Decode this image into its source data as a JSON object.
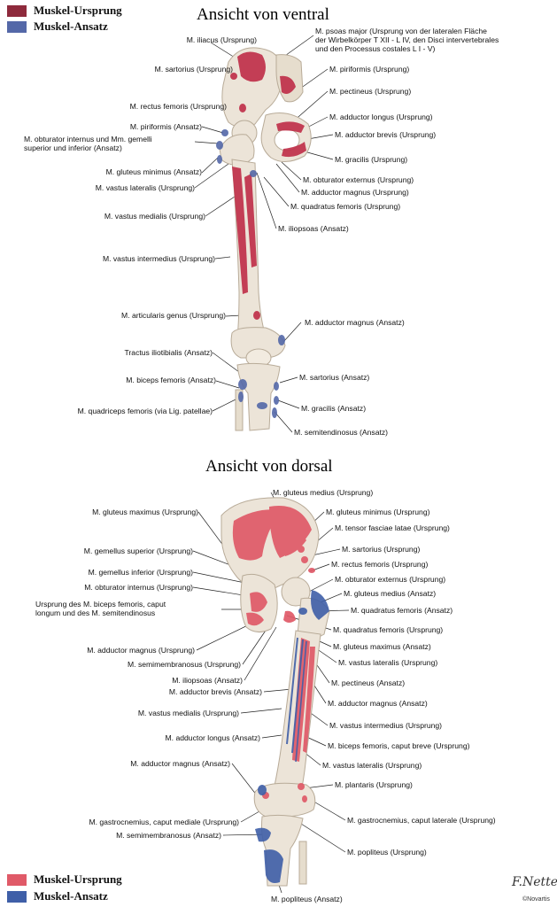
{
  "colors": {
    "origin": "#c0304a",
    "origin_bottom": "#e05a68",
    "insertion": "#5468a8",
    "insertion_bottom": "#3f5fa8",
    "bone": "#ece4d8"
  },
  "legend_top": {
    "origin": "Muskel-Ursprung",
    "insertion": "Muskel-Ansatz"
  },
  "legend_bottom": {
    "origin": "Muskel-Ursprung",
    "insertion": "Muskel-Ansatz"
  },
  "ventral": {
    "title": "Ansicht von ventral",
    "labels_left": [
      "M. iliacus (Ursprung)",
      "M. sartorius (Ursprung)",
      "M. rectus femoris (Ursprung)",
      "M. piriformis (Ansatz)",
      "M. obturator internus und Mm. gemelli",
      "superior und inferior (Ansatz)",
      "M. gluteus minimus (Ansatz)",
      "M. vastus lateralis (Ursprung)",
      "M. vastus medialis (Ursprung)",
      "M. vastus intermedius (Ursprung)",
      "M. articularis genus (Ursprung)",
      "Tractus iliotibialis (Ansatz)",
      "M. biceps femoris (Ansatz)",
      "M. quadriceps femoris (via Lig. patellae)"
    ],
    "labels_right": [
      "M. psoas major (Ursprung von der lateralen Fläche",
      "der Wirbelkörper T XII - L IV, den Disci intervertebrales",
      "und den Processus costales L I - V)",
      "M. piriformis (Ursprung)",
      "M. pectineus (Ursprung)",
      "M. adductor longus (Ursprung)",
      "M. adductor brevis (Ursprung)",
      "M. gracilis (Ursprung)",
      "M. obturator externus (Ursprung)",
      "M. adductor magnus (Ursprung)",
      "M. quadratus femoris (Ursprung)",
      "M. iliopsoas (Ansatz)",
      "M. adductor magnus (Ansatz)",
      "M. sartorius (Ansatz)",
      "M. gracilis (Ansatz)",
      "M. semitendinosus (Ansatz)"
    ]
  },
  "dorsal": {
    "title": "Ansicht von dorsal",
    "labels_left": [
      "M. gluteus maximus (Ursprung)",
      "M. gemellus superior (Ursprung)",
      "M. gemellus inferior (Ursprung)",
      "M. obturator internus (Ursprung)",
      "Ursprung des M. biceps femoris, caput",
      "longum und des M. semitendinosus",
      "M. adductor magnus (Ursprung)",
      "M. semimembranosus (Ursprung)",
      "M. iliopsoas (Ansatz)",
      "M. adductor brevis (Ansatz)",
      "M. vastus medialis (Ursprung)",
      "M. adductor longus (Ansatz)",
      "M. adductor magnus (Ansatz)",
      "M. gastrocnemius, caput mediale (Ursprung)",
      "M. semimembranosus (Ansatz)"
    ],
    "labels_right": [
      "M. gluteus medius (Ursprung)",
      "M. gluteus minimus (Ursprung)",
      "M. tensor fasciae latae (Ursprung)",
      "M. sartorius (Ursprung)",
      "M. rectus femoris (Ursprung)",
      "M. obturator externus (Ursprung)",
      "M. gluteus medius (Ansatz)",
      "M. quadratus femoris (Ansatz)",
      "M. quadratus femoris (Ursprung)",
      "M. gluteus maximus (Ansatz)",
      "M. vastus lateralis (Ursprung)",
      "M. pectineus (Ansatz)",
      "M. adductor magnus (Ansatz)",
      "M. vastus intermedius (Ursprung)",
      "M. biceps femoris, caput breve (Ursprung)",
      "M. vastus lateralis (Ursprung)",
      "M. plantaris (Ursprung)",
      "M. gastrocnemius, caput laterale (Ursprung)",
      "M. popliteus (Ursprung)"
    ],
    "label_bottom": "M. popliteus (Ansatz)"
  },
  "signature": {
    "name": "F.Netter",
    "credit": "©Novartis"
  }
}
